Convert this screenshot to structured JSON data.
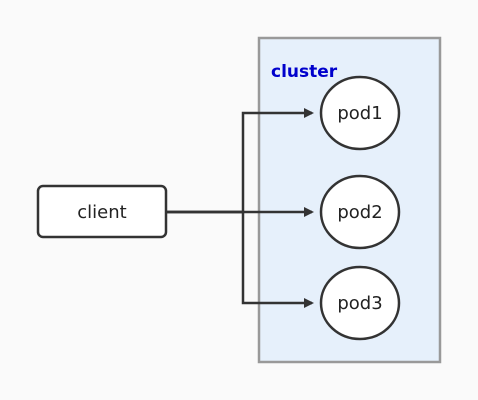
{
  "diagram": {
    "cluster": {
      "label": "cluster",
      "label_color": "#0000cc",
      "fill": "#e6f0fb",
      "stroke": "#999999"
    },
    "client": {
      "label": "client"
    },
    "pods": [
      {
        "label": "pod1"
      },
      {
        "label": "pod2"
      },
      {
        "label": "pod3"
      }
    ],
    "edges": [
      {
        "from": "client",
        "to": "pod1"
      },
      {
        "from": "client",
        "to": "pod2"
      },
      {
        "from": "client",
        "to": "pod3"
      }
    ],
    "colors": {
      "stroke": "#333333",
      "node_fill": "#ffffff"
    }
  }
}
